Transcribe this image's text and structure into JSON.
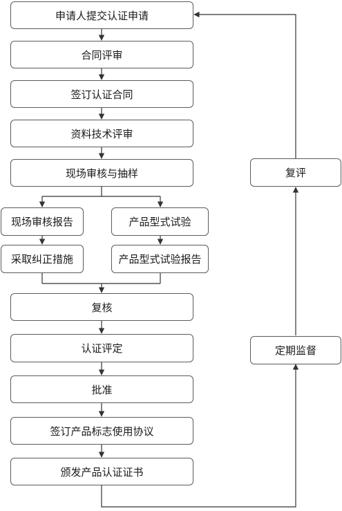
{
  "flowchart": {
    "steps": {
      "submit": "申请人提交认证申请",
      "contract_review": "合同评审",
      "sign_contract": "签订认证合同",
      "document_review": "资料技术评审",
      "audit_sampling": "现场审核与抽样",
      "audit_report": "现场审核报告",
      "corrective": "采取纠正措施",
      "type_test": "产品型式试验",
      "type_test_report": "产品型式试验报告",
      "recheck": "复核",
      "evaluation": "认证评定",
      "approval": "批准",
      "sign_agreement": "签订产品标志使用协议",
      "issue_cert": "颁发产品认证证书",
      "supervision": "定期监督",
      "re_evaluation": "复评"
    }
  },
  "colors": {
    "line": "#333333",
    "border": "#5a5a5a"
  }
}
